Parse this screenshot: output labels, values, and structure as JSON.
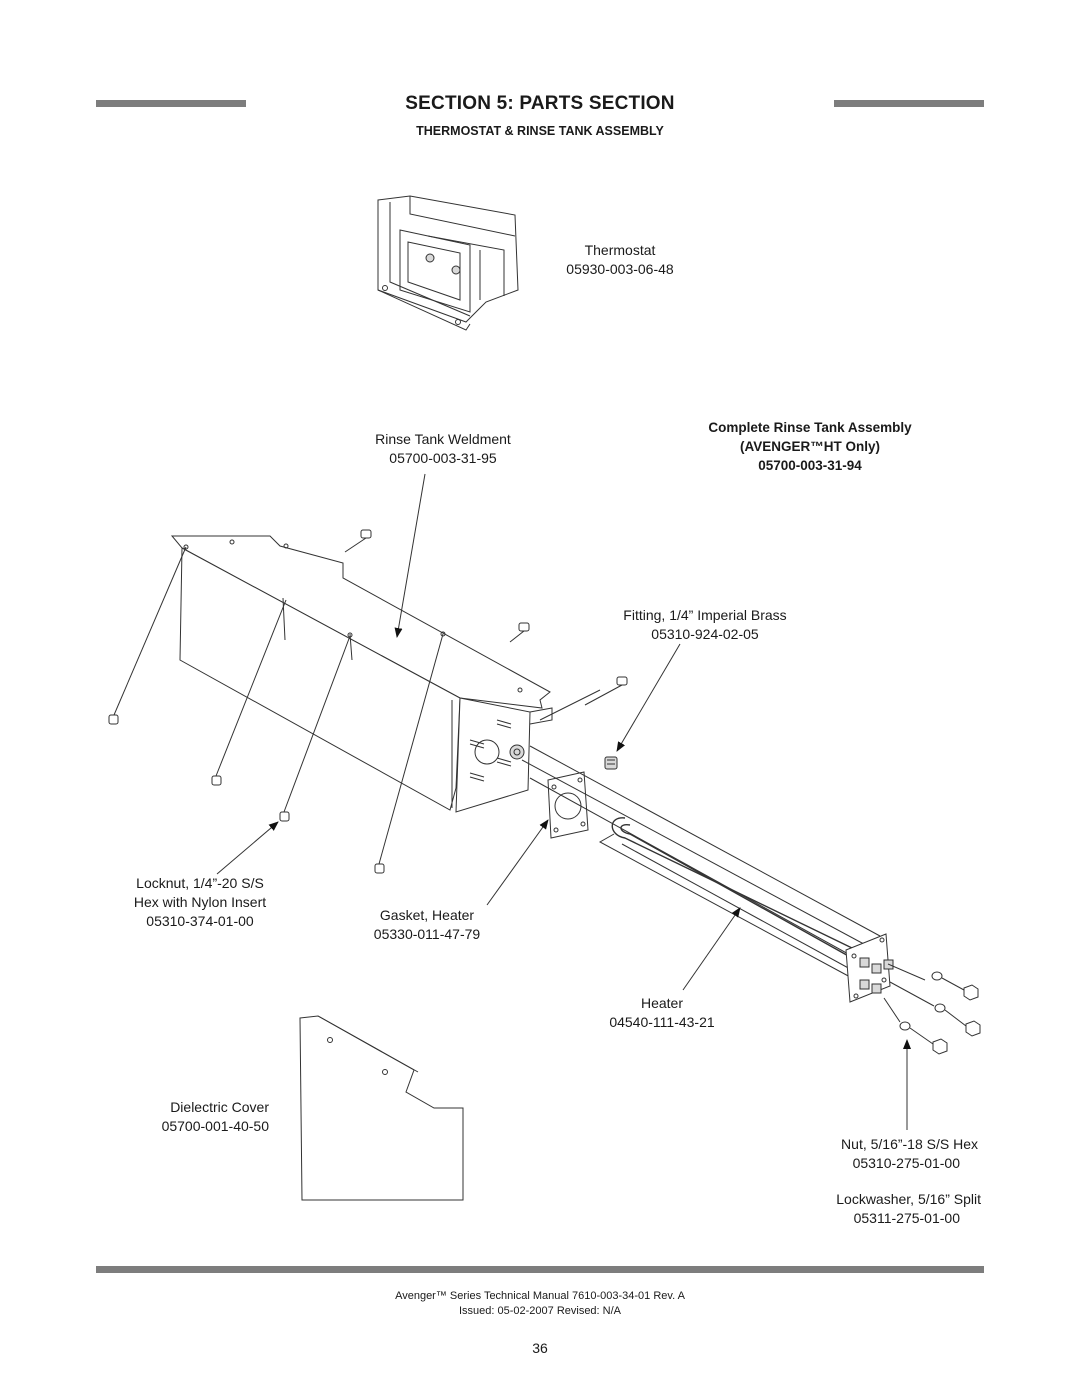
{
  "header": {
    "title": "SECTION 5: PARTS SECTION",
    "subtitle": "THERMOSTAT & RINSE TANK ASSEMBLY"
  },
  "parts": {
    "thermostat": {
      "name": "Thermostat",
      "number": "05930-003-06-48"
    },
    "rinse_tank_weldment": {
      "name": "Rinse Tank Weldment",
      "number": "05700-003-31-95"
    },
    "complete_assembly": {
      "name": "Complete Rinse Tank Assembly",
      "model": "(AVENGER™HT Only)",
      "number": "05700-003-31-94"
    },
    "fitting": {
      "name": "Fitting, 1/4” Imperial Brass",
      "number": "05310-924-02-05"
    },
    "locknut": {
      "name_line1": "Locknut, 1/4”-20 S/S",
      "name_line2": "Hex with Nylon Insert",
      "number": "05310-374-01-00"
    },
    "gasket": {
      "name": "Gasket, Heater",
      "number": "05330-011-47-79"
    },
    "heater": {
      "name": "Heater",
      "number": "04540-111-43-21"
    },
    "dielectric_cover": {
      "name": "Dielectric Cover",
      "number": "05700-001-40-50"
    },
    "nut": {
      "name": "Nut, 5/16”-18 S/S Hex",
      "number": "05310-275-01-00"
    },
    "lockwasher": {
      "name": "Lockwasher, 5/16” Split",
      "number": "05311-275-01-00"
    }
  },
  "footer": {
    "manual": "Avenger™ Series Technical Manual 7610-003-34-01 Rev. A",
    "issued": "Issued: 05-02-2007  Revised: N/A",
    "page_number": "36"
  }
}
